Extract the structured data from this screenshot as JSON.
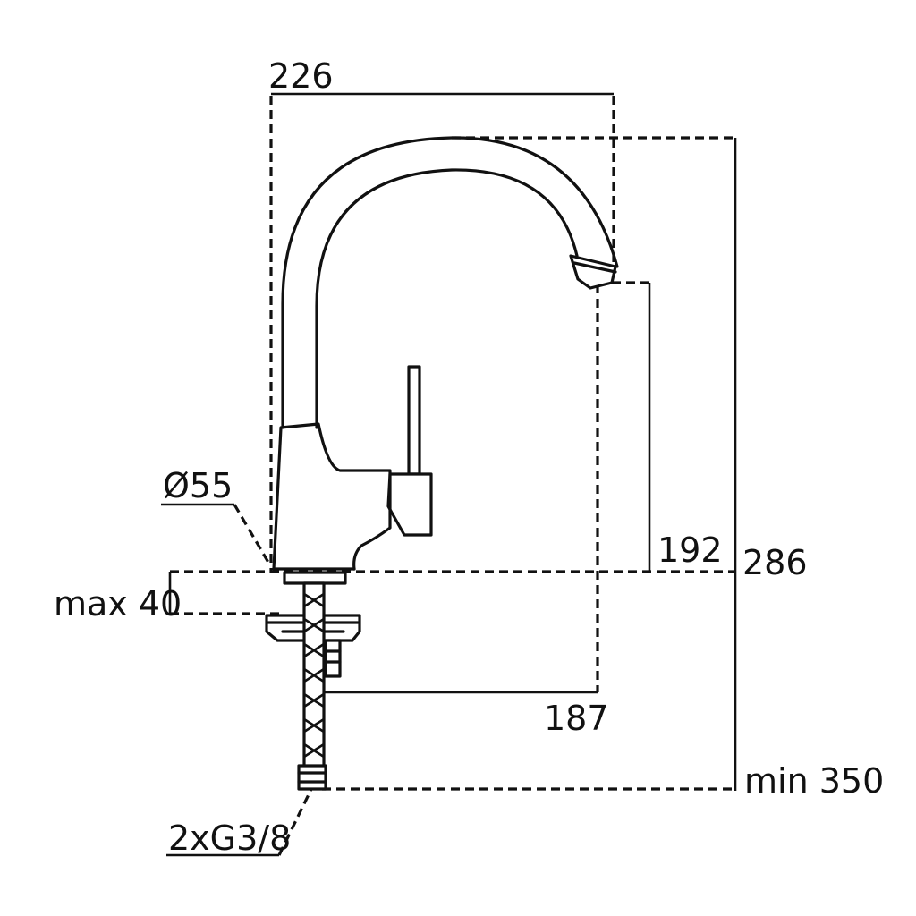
{
  "drawing": {
    "dimensions": {
      "width_226": "226",
      "height_286": "286",
      "spout_height_192": "192",
      "reach_187": "187",
      "diameter_55": "Ø55",
      "max_deck": "max 40",
      "min_hose": "min 350",
      "connection": "2xG3/8"
    }
  }
}
